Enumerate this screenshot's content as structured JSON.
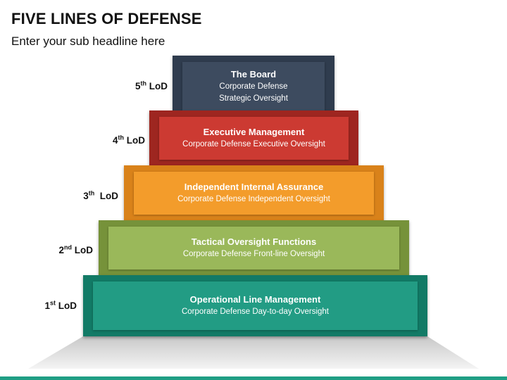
{
  "header": {
    "title": "FIVE LINES OF DEFENSE",
    "subtitle": "Enter your sub headline here"
  },
  "tiers": [
    {
      "level_num": "5",
      "level_sup": "th",
      "level_suffix": " LoD",
      "title": "The Board",
      "lines": [
        "Corporate Defense",
        "Strategic Oversight"
      ],
      "outer_color": "#2f3c4e",
      "inner_color": "#3d4b5f"
    },
    {
      "level_num": "4",
      "level_sup": "th",
      "level_suffix": " LoD",
      "title": "Executive Management",
      "lines": [
        "Corporate Defense Executive Oversight"
      ],
      "outer_color": "#9e2620",
      "inner_color": "#cc3a32"
    },
    {
      "level_num": "3",
      "level_sup": "th",
      "level_suffix": "  LoD",
      "title": "Independent Internal Assurance",
      "lines": [
        "Corporate Defense Independent Oversight"
      ],
      "outer_color": "#d9821a",
      "inner_color": "#f39c2b"
    },
    {
      "level_num": "2",
      "level_sup": "nd",
      "level_suffix": " LoD",
      "title": "Tactical Oversight Functions",
      "lines": [
        "Corporate Defense Front-line Oversight"
      ],
      "outer_color": "#76923a",
      "inner_color": "#9ab85a"
    },
    {
      "level_num": "1",
      "level_sup": "st",
      "level_suffix": " LoD",
      "title": "Operational Line Management",
      "lines": [
        "Corporate Defense Day-to-day Oversight"
      ],
      "outer_color": "#127a66",
      "inner_color": "#229c84"
    }
  ],
  "colors": {
    "bottom_bar": "#1f9e84",
    "base_light": "#f4f4f4",
    "base_dark": "#c8c8c8"
  }
}
